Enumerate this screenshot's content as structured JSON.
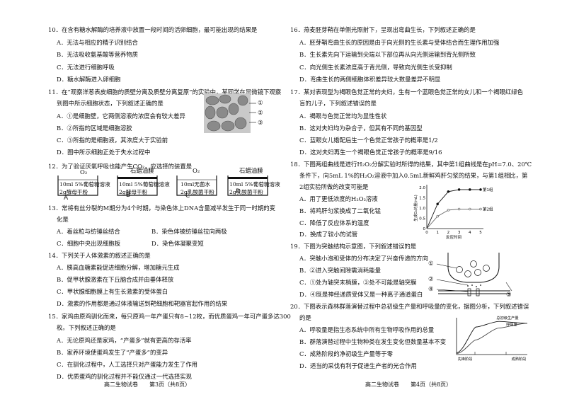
{
  "left": {
    "q10": {
      "stem": "10．在含有糖水解酶的培养液中放置一段时间的活卵细胞，最可能出现的结果是",
      "options": [
        "A．无法与相应的精子识别结合",
        "B．无法吸收氨基酸等营养物质",
        "C．无法进行细胞呼吸",
        "D．糖水解酶进入卵细胞"
      ]
    },
    "q11": {
      "stem": "11．在“观察洋葱表皮细胞的质壁分离及质壁分离复原”的实验中，某同学在显微镜下观察",
      "stem2": "到图中所示细胞状态，下列叙述正确的是",
      "options": [
        "A．①是细胞壁，它两侧溶液的浓度会有较大差异",
        "B．②所指的区域是细胞溶胶",
        "C．③所指的是细胞液，其浓度大于实验前",
        "D．图中所示细胞正处于失水过程中"
      ],
      "fig_labels": [
        "①",
        "②",
        "③"
      ]
    },
    "q12": {
      "stem": "12．为了验证厌氧呼吸也能产生CO₂，应选择的装置是",
      "apparatus": [
        {
          "letter": "A",
          "top": "O₂",
          "l1": "10ml 5%葡萄糖溶液",
          "l2": "2g酵母干粉"
        },
        {
          "letter": "B",
          "top": "石蜡油膜",
          "l1": "10ml 5%葡萄糖溶液",
          "l2": "2g酵母干粉"
        },
        {
          "letter": "C",
          "top": "O₂",
          "l1": "10ml无菌水",
          "l2": "2g乳酸菌干粉"
        },
        {
          "letter": "D",
          "top": "石蜡油膜",
          "l1": "10ml 5%葡萄糖溶液",
          "l2": "2g乳酸菌干粉"
        }
      ]
    },
    "q13": {
      "stem": "13．常将有丝分裂的M期分为4个时期，与染色体上DNA含量减半发生于同一时期的变",
      "stem2": "化是",
      "options": [
        "A．着丝粒与纺锤丝结合",
        "B．染色体被纺锤丝拉向两极",
        "C．细胞中央出现细胞板",
        "D．染色体凝聚变短"
      ]
    },
    "q14": {
      "stem": "14．下列关于人体激素的叙述正确的是",
      "options": [
        "A．胰高血糖素能促进细胞分解，增加糖元生成",
        "B．促甲状腺激素在下丘脑合成并由垂体释放",
        "C．甲状腺细胞膜上有生长激素的受体蛋白",
        "D．激素的作用都是通过体液输送到靶细胞和靶器官起作用的结果"
      ]
    },
    "q15": {
      "stem": "15．家鸡由原鸡驯化而来，每只原鸡一年产蛋只有8~12枚，而优质蛋鸡一年可产蛋多达300",
      "stem2": "枚。下列叙述正确的是",
      "options": [
        "A．无论原鸡还是家鸡，“产蛋多”就有更高的存活率",
        "B．家养环境使蛋鸡发生了“产蛋多”的变异",
        "C．在驯化过程中，人工选择只对产蛋能力发生了作用",
        "D．优质蛋鸡的驯化过程并不能仅通过一代选择实现"
      ]
    },
    "footer": "高二生物试卷　　第3页（共8页）"
  },
  "right": {
    "q16": {
      "stem": "16．燕麦胚芽鞘在单侧光照射下，呈现出弯曲生长，下列叙述正确的是",
      "options": [
        "A．胚芽鞘弯曲生长的原因是由于向光侧的生长素与受体结合而生理作用加强",
        "B．生长素先向下运输到尖端以下部位再从向光侧运输到背光侧所致",
        "C．向光侧生长素浓度高于背光侧，导致向光侧生长受抑制",
        "D．弯曲生长的两侧细胞体积差异较大数量差异不明显"
      ]
    },
    "q17": {
      "stem": "17．某对表现型为褐眼色觉正常的夫妇，生有一个蓝眼色觉正常的女儿和一个褐眼红绿色",
      "stem2": "盲的儿子，下列叙述错误的是",
      "options": [
        "A．褐眼与色觉正常均为显性性状",
        "B．这对夫妇均为杂合子，但其有不同的基因型",
        "C．蓝眼女儿婚配后生一个色觉正常孩子的概率是1/2",
        "D．这对夫妇再生一个褐眼色觉正常孩子的概率是9/16"
      ]
    },
    "q18": {
      "stem": "18．下图两组曲线是进行H₂O₂分解实验时所得的结果，其中第1组曲线是在pH=7.0、20℃",
      "stem2": "条件下，向5mL 1%的H₂O₂溶液中加入0.5mL新鲜鸡肝匀浆的结果，与第1组相比，第",
      "stem3": "2组实验所做的改变可能是",
      "options": [
        "A．用了更低浓度的H₂O₂溶液",
        "B．将鸡肝匀浆换成了二氧化锰",
        "C．降低了反应体系的温度",
        "D．换成了较小的试管"
      ]
    },
    "q19": {
      "stem": "19．下图为突触结构示意图，下列叙述错误的是",
      "options": [
        "A．突触小泡和受体的分布决定了兴奋传递的方向",
        "B．②进入突触间隙需消耗能量",
        "C．①处为轴突末梢膜，③处不可能是轴突膜",
        "D．④既是神经递质受体又是一种离子通道蛋白"
      ],
      "fig_labels": [
        "①",
        "②",
        "③",
        "④"
      ]
    },
    "q20": {
      "stem": "20．下图表示森林群落演替过程中总初级生产量和呼吸量的变化，据图分析，下列叙述错误",
      "stem2": "的是",
      "options": [
        "A．呼吸量是指生态系统中所有生物呼吸作用的总量",
        "B．群落演替过程中生物种类在发生变化但数量基本不变",
        "C．成熟阶段的净初级生产量等于零",
        "D．适当的采伐有利于促进生产者的光合作用"
      ]
    },
    "footer": "高二生物试卷　　第4页（共8页）"
  },
  "chart_data": [
    {
      "type": "line",
      "ylabel": "生成O₂的量(mL)",
      "xlabel": "反应时间",
      "x": [
        0,
        1,
        2,
        3,
        4,
        5
      ],
      "ylim": [
        0,
        2.0
      ],
      "xlim": [
        0,
        5
      ],
      "yticks": [
        "0",
        "0.5",
        "1.0",
        "1.5",
        "2.0"
      ],
      "xticks": [
        "0",
        "1",
        "2",
        "3",
        "4",
        "5"
      ],
      "series": [
        {
          "name": "第1组",
          "values": [
            0,
            1.2,
            1.8,
            1.9,
            1.9,
            1.9
          ]
        },
        {
          "name": "第2组",
          "values": [
            0,
            0.6,
            0.9,
            0.95,
            0.95,
            0.95
          ]
        }
      ]
    },
    {
      "type": "line",
      "xlabel": "",
      "xticks": [
        "先锋阶段",
        "成熟阶段"
      ],
      "series": [
        {
          "name": "总初级生产量",
          "values": [
            0.05,
            0.75,
            0.9,
            0.85
          ]
        },
        {
          "name": "呼吸量",
          "values": [
            0.03,
            0.4,
            0.72,
            0.85
          ]
        }
      ]
    }
  ]
}
